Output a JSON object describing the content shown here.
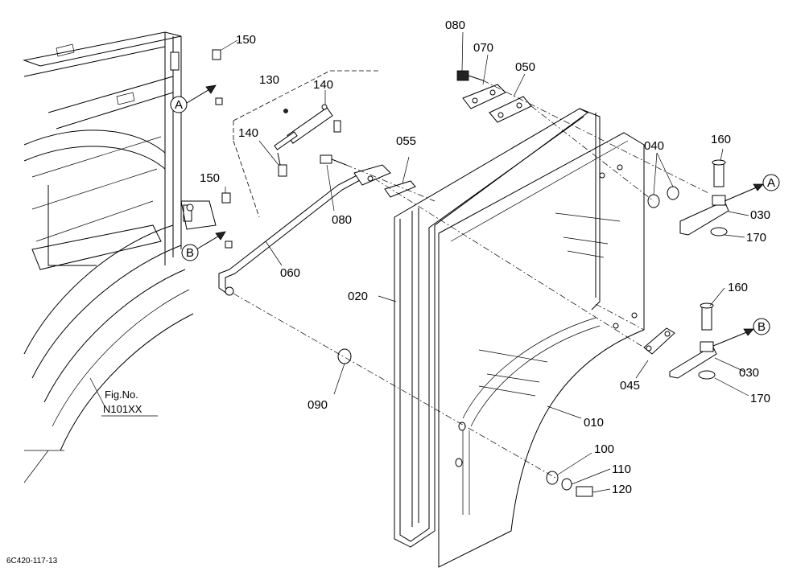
{
  "diagram": {
    "part_labels": [
      {
        "id": "p080a",
        "text": "080"
      },
      {
        "id": "p070",
        "text": "070"
      },
      {
        "id": "p050",
        "text": "050"
      },
      {
        "id": "p150a",
        "text": "150"
      },
      {
        "id": "p130",
        "text": "130"
      },
      {
        "id": "p140a",
        "text": "140"
      },
      {
        "id": "p140b",
        "text": "140"
      },
      {
        "id": "p055",
        "text": "055"
      },
      {
        "id": "p040",
        "text": "040"
      },
      {
        "id": "p160a",
        "text": "160"
      },
      {
        "id": "p150b",
        "text": "150"
      },
      {
        "id": "p080b",
        "text": "080"
      },
      {
        "id": "p030a",
        "text": "030"
      },
      {
        "id": "p170a",
        "text": "170"
      },
      {
        "id": "p060",
        "text": "060"
      },
      {
        "id": "p020",
        "text": "020"
      },
      {
        "id": "p160b",
        "text": "160"
      },
      {
        "id": "p030b",
        "text": "030"
      },
      {
        "id": "p045",
        "text": "045"
      },
      {
        "id": "p170b",
        "text": "170"
      },
      {
        "id": "p090",
        "text": "090"
      },
      {
        "id": "p010",
        "text": "010"
      },
      {
        "id": "p100",
        "text": "100"
      },
      {
        "id": "p110",
        "text": "110"
      },
      {
        "id": "p120",
        "text": "120"
      }
    ],
    "reference_markers": {
      "a": "A",
      "b": "B"
    },
    "figure_reference": {
      "caption": "Fig.No.",
      "number": "N101XX"
    },
    "drawing_code": "6C420-117-13",
    "colors": {
      "ink": "#000000",
      "paper": "#ffffff"
    }
  }
}
